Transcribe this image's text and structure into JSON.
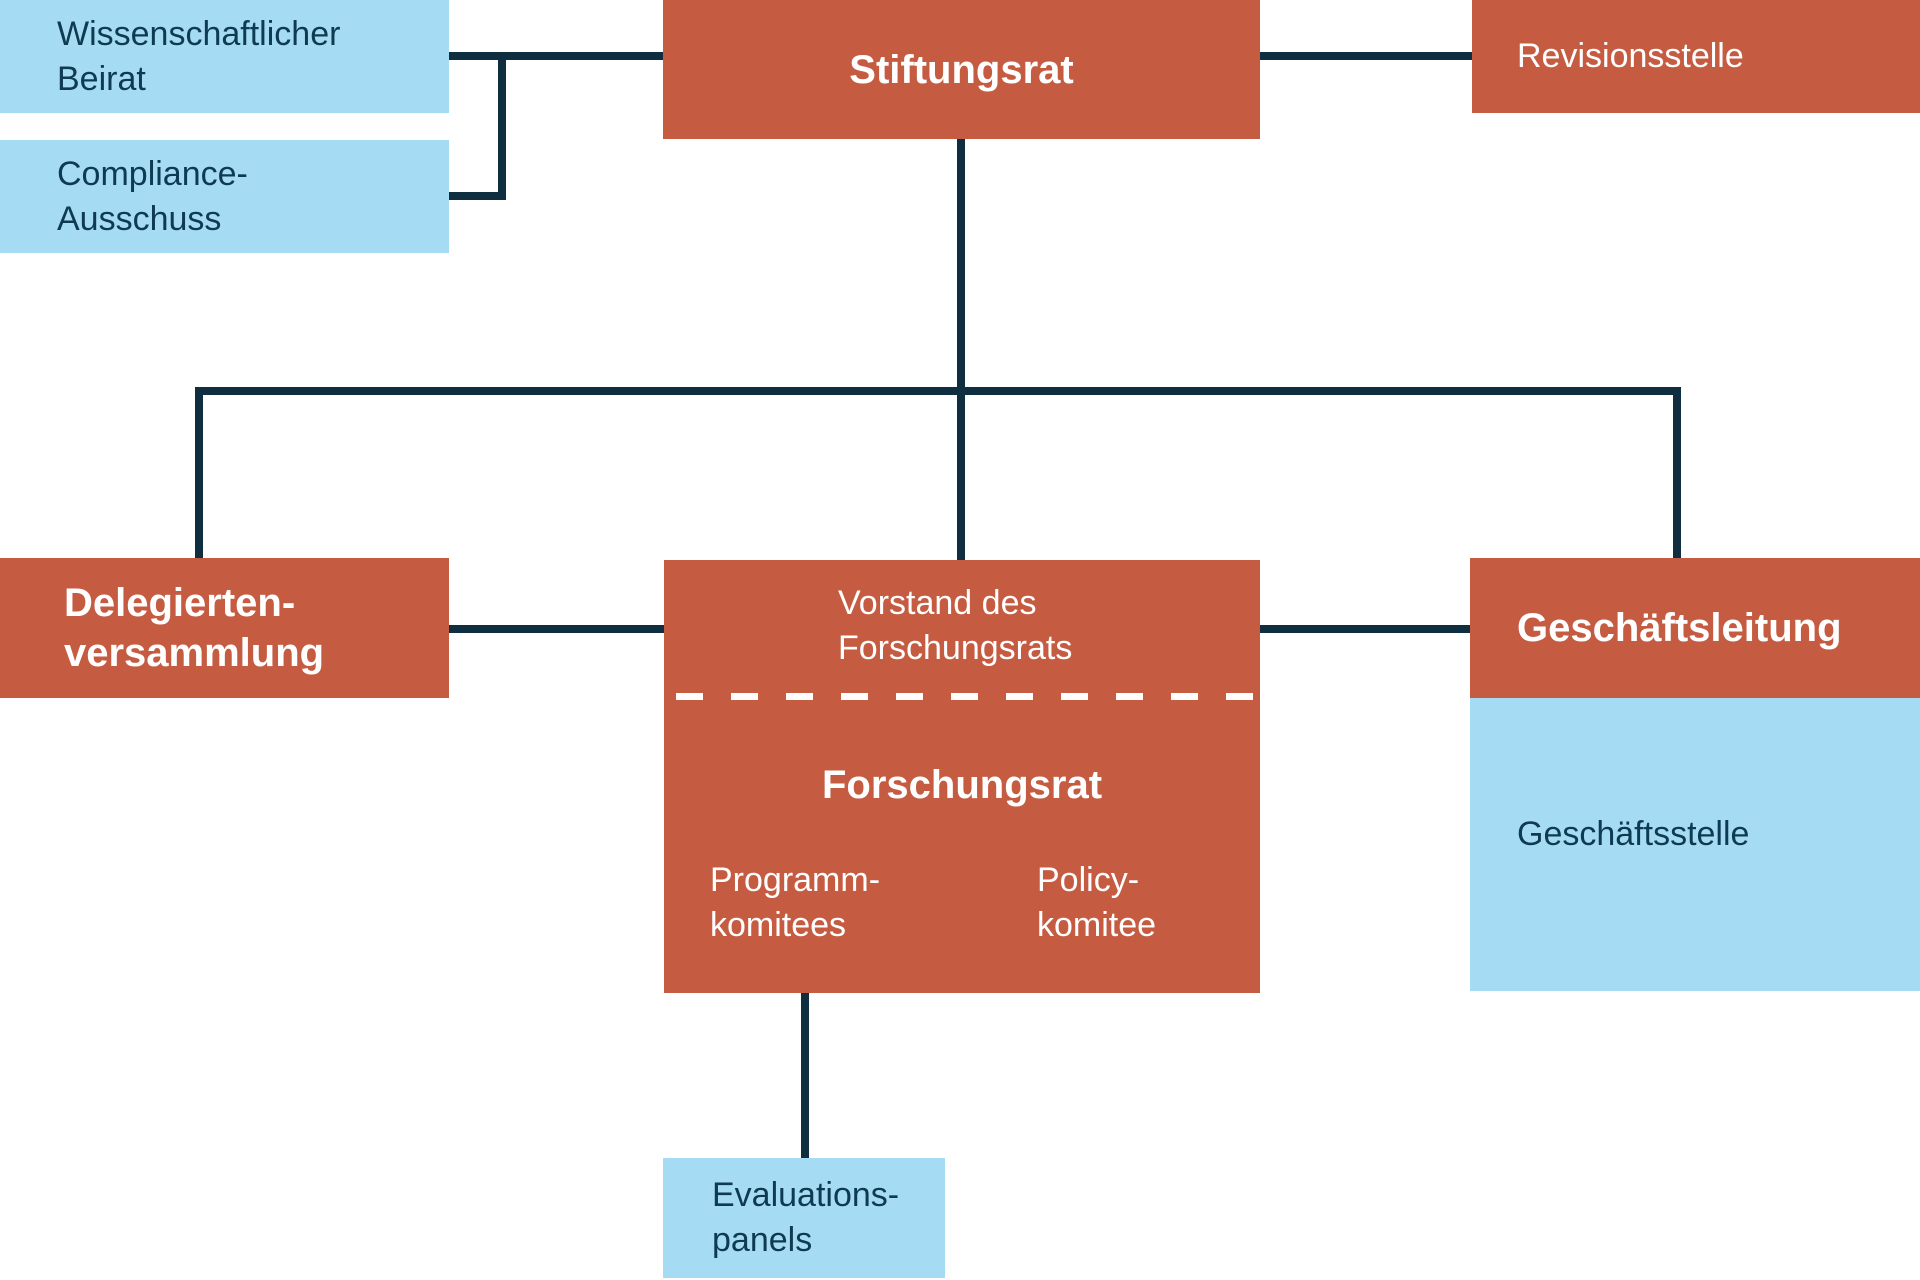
{
  "diagram": {
    "type": "org-chart",
    "language": "de",
    "colors": {
      "node_red": "#c55c42",
      "node_light_blue": "#a6dcf3",
      "connector_navy": "#0f2e40",
      "text_on_blue": "#0e3a53",
      "text_on_red": "#ffffff"
    },
    "nodes": {
      "wissenschaftlicher_beirat": {
        "line1": "Wissenschaftlicher",
        "line2": "Beirat",
        "fill": "blue",
        "emphasis": "regular"
      },
      "compliance_ausschuss": {
        "line1": "Compliance-",
        "line2": "Ausschuss",
        "fill": "blue",
        "emphasis": "regular"
      },
      "stiftungsrat": {
        "label": "Stiftungsrat",
        "fill": "red",
        "emphasis": "bold"
      },
      "revisionsstelle": {
        "label": "Revisionsstelle",
        "fill": "red",
        "emphasis": "regular"
      },
      "delegiertenversammlung": {
        "line1": "Delegierten-",
        "line2": "versammlung",
        "fill": "red",
        "emphasis": "bold"
      },
      "vorstand_des_forschungsrats": {
        "line1": "Vorstand des",
        "line2": "Forschungsrats",
        "fill": "red",
        "emphasis": "regular"
      },
      "forschungsrat": {
        "label": "Forschungsrat",
        "fill": "red",
        "emphasis": "bold"
      },
      "programmkomitees": {
        "line1": "Programm-",
        "line2": "komitees",
        "fill": "red",
        "emphasis": "regular"
      },
      "policykomitee": {
        "line1": "Policy-",
        "line2": "komitee",
        "fill": "red",
        "emphasis": "regular"
      },
      "geschaeftsleitung": {
        "label": "Geschäftsleitung",
        "fill": "red",
        "emphasis": "bold"
      },
      "geschaeftsstelle": {
        "label": "Geschäftsstelle",
        "fill": "blue",
        "emphasis": "regular"
      },
      "evaluationspanels": {
        "line1": "Evaluations-",
        "line2": "panels",
        "fill": "blue",
        "emphasis": "regular"
      }
    },
    "edges": [
      {
        "from": "stiftungsrat",
        "to": "wissenschaftlicher_beirat"
      },
      {
        "from": "stiftungsrat",
        "to": "compliance_ausschuss"
      },
      {
        "from": "stiftungsrat",
        "to": "revisionsstelle"
      },
      {
        "from": "stiftungsrat",
        "to": "delegiertenversammlung"
      },
      {
        "from": "stiftungsrat",
        "to": "vorstand_des_forschungsrats"
      },
      {
        "from": "stiftungsrat",
        "to": "geschaeftsleitung"
      },
      {
        "from": "delegiertenversammlung",
        "to": "vorstand_des_forschungsrats"
      },
      {
        "from": "vorstand_des_forschungsrats",
        "to": "geschaeftsleitung"
      },
      {
        "from": "forschungsrat",
        "to": "evaluationspanels"
      }
    ]
  }
}
